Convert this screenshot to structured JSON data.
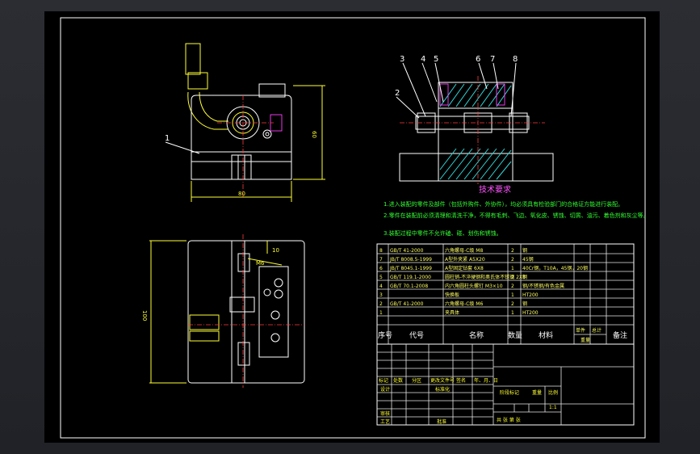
{
  "colors": {
    "background": "#000000",
    "outline": "#ffffff",
    "dimension": "#ffff33",
    "centerline": "#ff3b3b",
    "hatch": "#30d8d8",
    "requirements": "#33ff33",
    "title": "#ff55ff"
  },
  "front_view": {
    "part_label": "1",
    "dim_width": "80",
    "dim_height": "60"
  },
  "section_view": {
    "callouts": [
      "3",
      "4",
      "5",
      "6",
      "7",
      "8",
      "2"
    ]
  },
  "top_view": {
    "dim_height": "100",
    "dim_small": "10",
    "dim_note": "M6"
  },
  "tech_requirements": {
    "title": "技术要求",
    "lines": [
      "1.进入装配的零件及部件（包括外购件、外协件），均必须具有检验部门的合格证方能进行装配。",
      "2.零件在装配前必须清理和清洗干净，不得有毛刺、飞边、氧化皮、锈蚀、切屑、油污、着色剂和灰尘等。",
      "3.装配过程中零件不允许磕、碰、划伤和锈蚀。"
    ]
  },
  "bom": {
    "rows": [
      {
        "no": "8",
        "code": "GB/T 41-2000",
        "name": "六角螺母-C级 M8",
        "qty": "2",
        "material": "钢"
      },
      {
        "no": "7",
        "code": "JB/T 8008.5-1999",
        "name": "A型外夹紧 A5X20",
        "qty": "2",
        "material": "45钢"
      },
      {
        "no": "6",
        "code": "JB/T 8045.1-1999",
        "name": "A型固定钻套 6X8",
        "qty": "1",
        "material": "40Cr钢，T10A，45钢，20钢"
      },
      {
        "no": "5",
        "code": "GB/T 119.1-2000",
        "name": "圆柱销-不淬硬钢和奥氏体不锈钢 2X8",
        "qty": "2",
        "material": "钢"
      },
      {
        "no": "4",
        "code": "GB/T 70.1-2008",
        "name": "内六角圆柱头螺钉 M3×10",
        "qty": "2",
        "material": "钢/不锈钢/有色金属"
      },
      {
        "no": "3",
        "code": "",
        "name": "快换板",
        "qty": "1",
        "material": "HT200"
      },
      {
        "no": "2",
        "code": "GB/T 41-2000",
        "name": "六角螺母-C级 M6",
        "qty": "2",
        "material": "钢"
      },
      {
        "no": "1",
        "code": "",
        "name": "夹具体",
        "qty": "1",
        "material": "HT200"
      }
    ],
    "headers": {
      "no": "序号",
      "code": "代号",
      "name": "名称",
      "qty": "数量",
      "material": "材料",
      "unit_weight": "单件",
      "total_weight": "总计",
      "weight": "重量",
      "remark": "备注"
    }
  },
  "title_block": {
    "row_labels": [
      "标记",
      "处数",
      "分区",
      "更改文件号",
      "签名",
      "年、月、日"
    ],
    "design": "设计",
    "standardize": "标准化",
    "review": "审核",
    "process": "工艺",
    "approve": "批准",
    "stage_mark": "阶段标记",
    "weight": "重量",
    "scale": "比例",
    "scale_value": "1:1",
    "sheets": "共  张  第  张"
  }
}
